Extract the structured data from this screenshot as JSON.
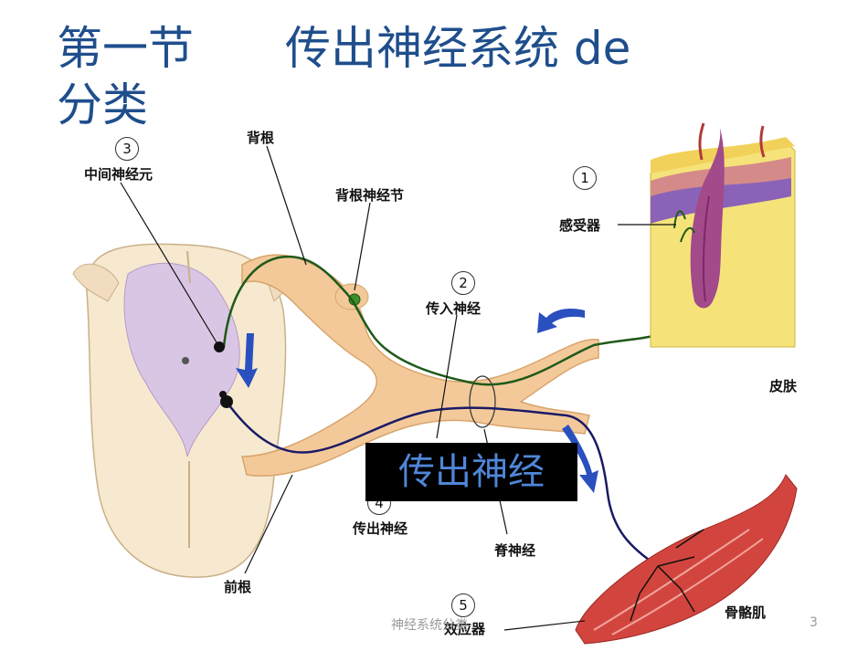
{
  "slide": {
    "title": "第一节　　传出神经系统 de\n分类",
    "footer": "神经系统分类",
    "page_number": "3"
  },
  "diagram": {
    "labels": {
      "dorsal_root": "背根",
      "interneuron": "中间神经元",
      "dorsal_root_ganglion": "背根神经节",
      "receptor": "感受器",
      "afferent_nerve": "传入神经",
      "skin": "皮肤",
      "efferent_highlight": "传出神经",
      "efferent_nerve": "传出神经",
      "spinal_nerve": "脊神经",
      "ventral_root": "前根",
      "effector": "效应器",
      "skeletal_muscle": "骨骼肌"
    },
    "numbers": {
      "n1": "1",
      "n2": "2",
      "n3": "3",
      "n4": "4",
      "n5": "5"
    }
  }
}
